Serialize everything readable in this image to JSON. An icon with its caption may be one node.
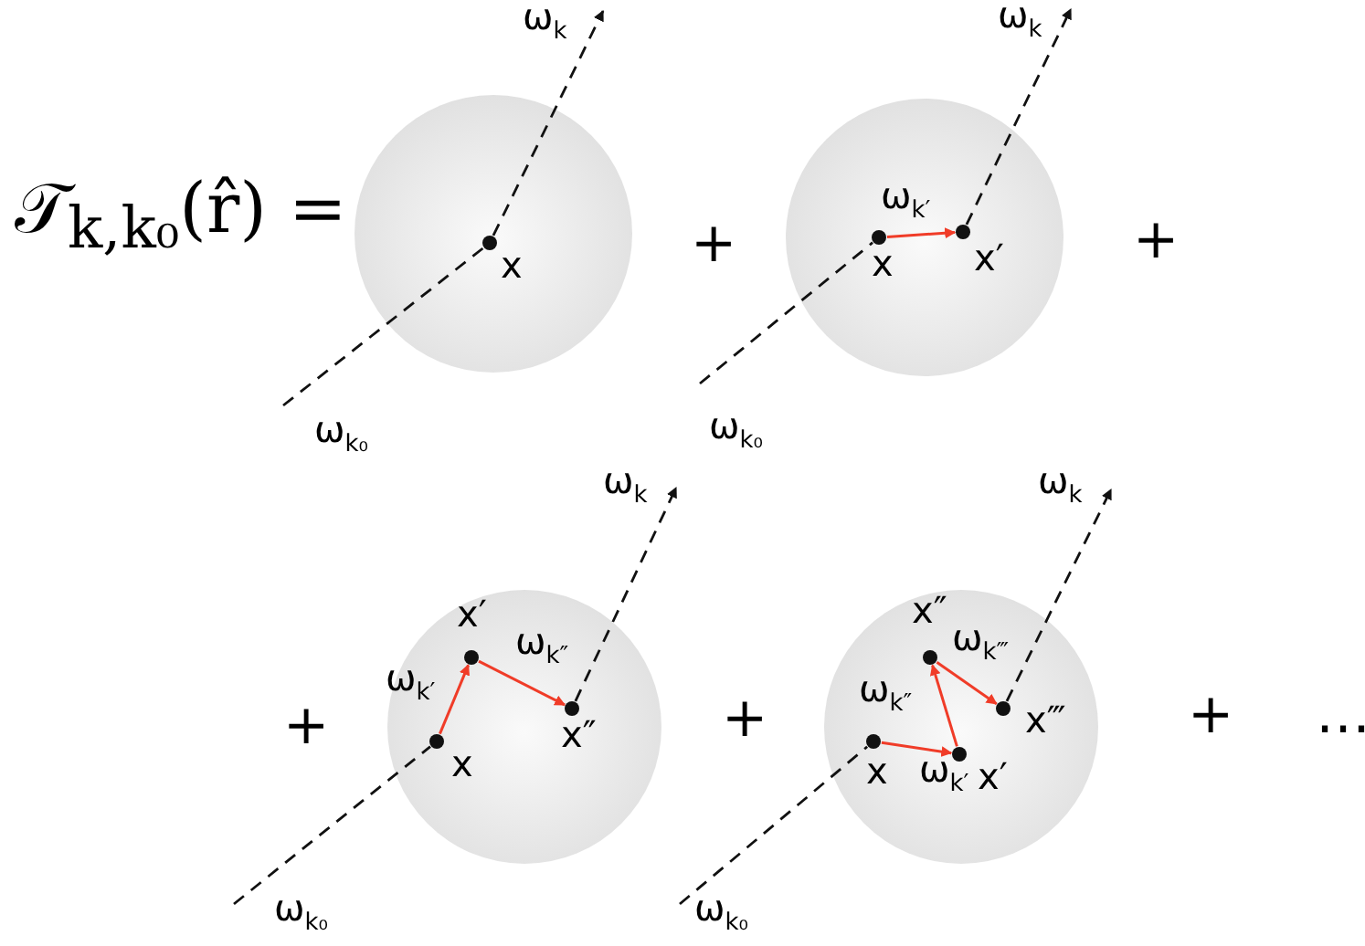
{
  "diagram": {
    "nodes": [
      {
        "text": [],
        "shape": "circle"
      },
      {
        "text": [
          "x"
        ],
        "in": 0
      },
      {
        "text": [],
        "shape": "circle"
      },
      {
        "text": [
          "x"
        ],
        "in": 2
      },
      {
        "text": [
          "x′"
        ],
        "in": 2
      },
      {
        "text": [],
        "shape": "circle"
      },
      {
        "text": [
          "x′"
        ],
        "in": 5
      },
      {
        "text": [
          "x"
        ],
        "in": 5
      },
      {
        "text": [
          "x″"
        ],
        "in": 5
      },
      {
        "text": [],
        "shape": "circle"
      },
      {
        "text": [
          "x″"
        ],
        "in": 9
      },
      {
        "text": [
          "x"
        ],
        "in": 9
      },
      {
        "text": [
          "x‴"
        ],
        "in": 9
      },
      {
        "text": [
          "x′"
        ],
        "in": 9
      }
    ],
    "edges": [
      {
        "from": null,
        "to": 1,
        "arrow": "none",
        "style": "dashed",
        "label": "ω$_{k₀}$"
      },
      {
        "from": 1,
        "to": null,
        "arrow": "to",
        "style": "dashed",
        "label": "ω$_{k}$"
      },
      {
        "from": null,
        "to": 3,
        "arrow": "none",
        "style": "dashed",
        "label": "ω$_{k₀}$"
      },
      {
        "from": 3,
        "to": 4,
        "arrow": "to",
        "color": "#f03c28",
        "label": "ω$_{k′}$"
      },
      {
        "from": 4,
        "to": null,
        "arrow": "to",
        "style": "dashed",
        "label": "ω$_{k}$"
      },
      {
        "from": null,
        "to": 7,
        "arrow": "none",
        "style": "dashed",
        "label": "ω$_{k₀}$"
      },
      {
        "from": 7,
        "to": 6,
        "arrow": "to",
        "color": "#f03c28",
        "label": "ω$_{k′}$"
      },
      {
        "from": 6,
        "to": 8,
        "arrow": "to",
        "color": "#f03c28",
        "label": "ω$_{k″}$"
      },
      {
        "from": 8,
        "to": null,
        "arrow": "to",
        "style": "dashed",
        "label": "ω$_{k}$"
      },
      {
        "from": null,
        "to": 11,
        "arrow": "none",
        "style": "dashed",
        "label": "ω$_{k₀}$"
      },
      {
        "from": 11,
        "to": 13,
        "arrow": "to",
        "color": "#f03c28",
        "label": "ω$_{k′}$"
      },
      {
        "from": 13,
        "to": 10,
        "arrow": "to",
        "color": "#f03c28",
        "label": "ω$_{k″}$"
      },
      {
        "from": 10,
        "to": 12,
        "arrow": "to",
        "color": "#f03c28",
        "label": "ω$_{k‴}$"
      },
      {
        "from": 12,
        "to": null,
        "arrow": "to",
        "style": "dashed",
        "label": "ω$_{k}$"
      }
    ],
    "labels": [
      "𝒯$_{k,k₀}$(r̂) =",
      "+",
      "+",
      "+",
      "+",
      "+",
      "…"
    ]
  }
}
